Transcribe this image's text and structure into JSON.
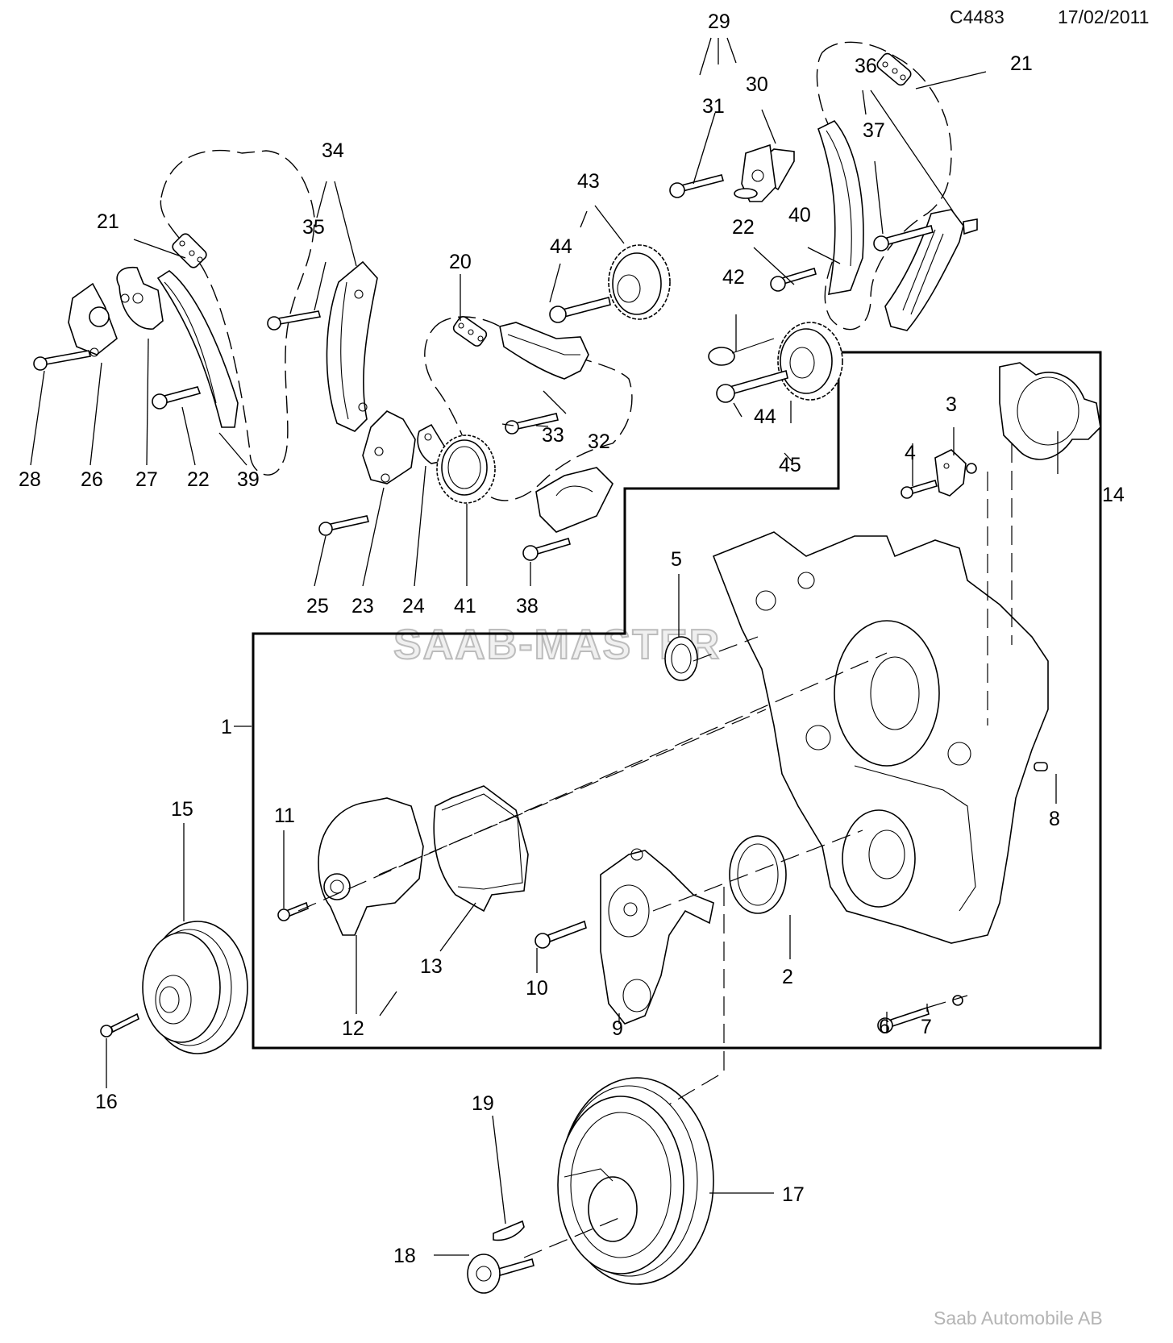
{
  "header": {
    "document_code": "C4483",
    "date": "17/02/2011"
  },
  "footer": {
    "copyright": "Saab Automobile AB"
  },
  "watermark": "SAAB-MASTER",
  "callouts": [
    {
      "id": "1",
      "text": "1"
    },
    {
      "id": "2",
      "text": "2"
    },
    {
      "id": "3",
      "text": "3"
    },
    {
      "id": "4",
      "text": "4"
    },
    {
      "id": "5",
      "text": "5"
    },
    {
      "id": "6",
      "text": "6"
    },
    {
      "id": "7",
      "text": "7"
    },
    {
      "id": "8",
      "text": "8"
    },
    {
      "id": "9",
      "text": "9"
    },
    {
      "id": "10",
      "text": "10"
    },
    {
      "id": "11",
      "text": "11"
    },
    {
      "id": "12",
      "text": "12"
    },
    {
      "id": "13",
      "text": "13"
    },
    {
      "id": "14",
      "text": "14"
    },
    {
      "id": "15",
      "text": "15"
    },
    {
      "id": "16",
      "text": "16"
    },
    {
      "id": "17",
      "text": "17"
    },
    {
      "id": "18",
      "text": "18"
    },
    {
      "id": "19",
      "text": "19"
    },
    {
      "id": "20",
      "text": "20"
    },
    {
      "id": "21a",
      "text": "21"
    },
    {
      "id": "21b",
      "text": "21"
    },
    {
      "id": "22a",
      "text": "22"
    },
    {
      "id": "22b",
      "text": "22"
    },
    {
      "id": "23",
      "text": "23"
    },
    {
      "id": "24",
      "text": "24"
    },
    {
      "id": "25",
      "text": "25"
    },
    {
      "id": "26",
      "text": "26"
    },
    {
      "id": "27",
      "text": "27"
    },
    {
      "id": "28",
      "text": "28"
    },
    {
      "id": "29",
      "text": "29"
    },
    {
      "id": "30",
      "text": "30"
    },
    {
      "id": "31",
      "text": "31"
    },
    {
      "id": "32",
      "text": "32"
    },
    {
      "id": "33",
      "text": "33"
    },
    {
      "id": "34",
      "text": "34"
    },
    {
      "id": "35",
      "text": "35"
    },
    {
      "id": "36",
      "text": "36"
    },
    {
      "id": "37",
      "text": "37"
    },
    {
      "id": "38",
      "text": "38"
    },
    {
      "id": "39",
      "text": "39"
    },
    {
      "id": "40",
      "text": "40"
    },
    {
      "id": "41",
      "text": "41"
    },
    {
      "id": "42",
      "text": "42"
    },
    {
      "id": "43",
      "text": "43"
    },
    {
      "id": "44a",
      "text": "44"
    },
    {
      "id": "44b",
      "text": "44"
    },
    {
      "id": "45",
      "text": "45"
    }
  ]
}
